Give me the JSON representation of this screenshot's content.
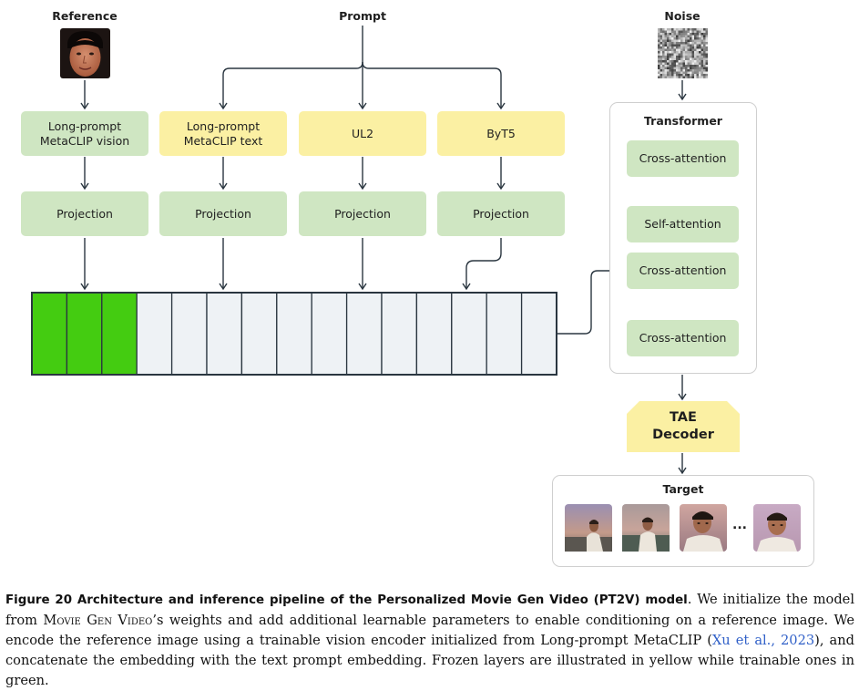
{
  "labels": {
    "reference": "Reference",
    "prompt": "Prompt",
    "noise": "Noise",
    "transformer": "Transformer",
    "target": "Target",
    "ellipsis": "..."
  },
  "encoders": {
    "vision": "Long-prompt\nMetaCLIP vision",
    "text": "Long-prompt\nMetaCLIP text",
    "ul2": "UL2",
    "byt5": "ByT5"
  },
  "projection_label": "Projection",
  "transformer_blocks": [
    "Cross-attention",
    "Self-attention",
    "Cross-attention",
    "Cross-attention"
  ],
  "decoder": "TAE\nDecoder",
  "colors": {
    "trainable": "#cfe6c2",
    "frozen": "#fbf0a3",
    "token_trainable": "#44cc11",
    "token_frozen": "#eef2f5"
  },
  "token_sequence": {
    "trainable_tokens": 3,
    "total_tokens": 15
  },
  "caption": {
    "label": "Figure 20  Architecture and inference pipeline of the Personalized Movie Gen Video (PT2V) model",
    "text_1": ". We initialize the model from ",
    "model_name": "Movie Gen Video",
    "text_2": "’s weights and add additional learnable parameters to enable conditioning on a reference image. We encode the reference image using a trainable vision encoder initialized from Long-prompt MetaCLIP  (",
    "citation": "Xu et al., 2023",
    "text_3": "), and concatenate the embedding with the text prompt embedding. Frozen layers are illustrated in yellow while trainable ones in green."
  }
}
